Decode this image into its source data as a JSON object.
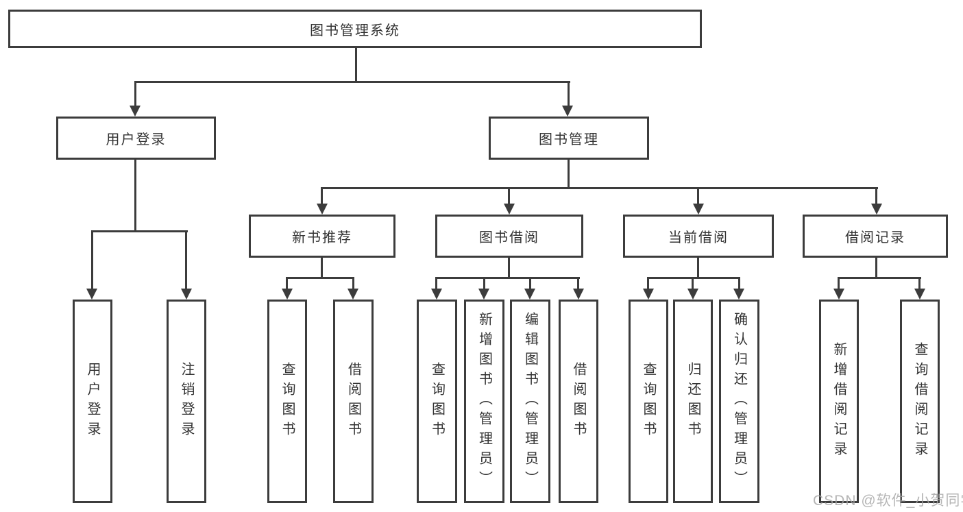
{
  "nodes": {
    "root": "图书管理系统",
    "l2": [
      "用户登录",
      "图书管理"
    ],
    "l3": [
      "新书推荐",
      "图书借阅",
      "当前借阅",
      "借阅记录"
    ],
    "login_children": [
      "用户登录",
      "注销登录"
    ],
    "recommend_children": [
      "查询图书",
      "借阅图书"
    ],
    "borrow_children": [
      "查询图书",
      "新增图书（管理员）",
      "编辑图书（管理员）",
      "借阅图书"
    ],
    "current_children": [
      "查询图书",
      "归还图书",
      "确认归还（管理员）"
    ],
    "records_children": [
      "新增借阅记录",
      "查询借阅记录"
    ]
  },
  "watermark": "CSDN @软件_小贺同学",
  "colors": {
    "line": "#3c3c3c",
    "text": "#333333",
    "watermark": "#a6a6a6",
    "bg": "#ffffff"
  }
}
